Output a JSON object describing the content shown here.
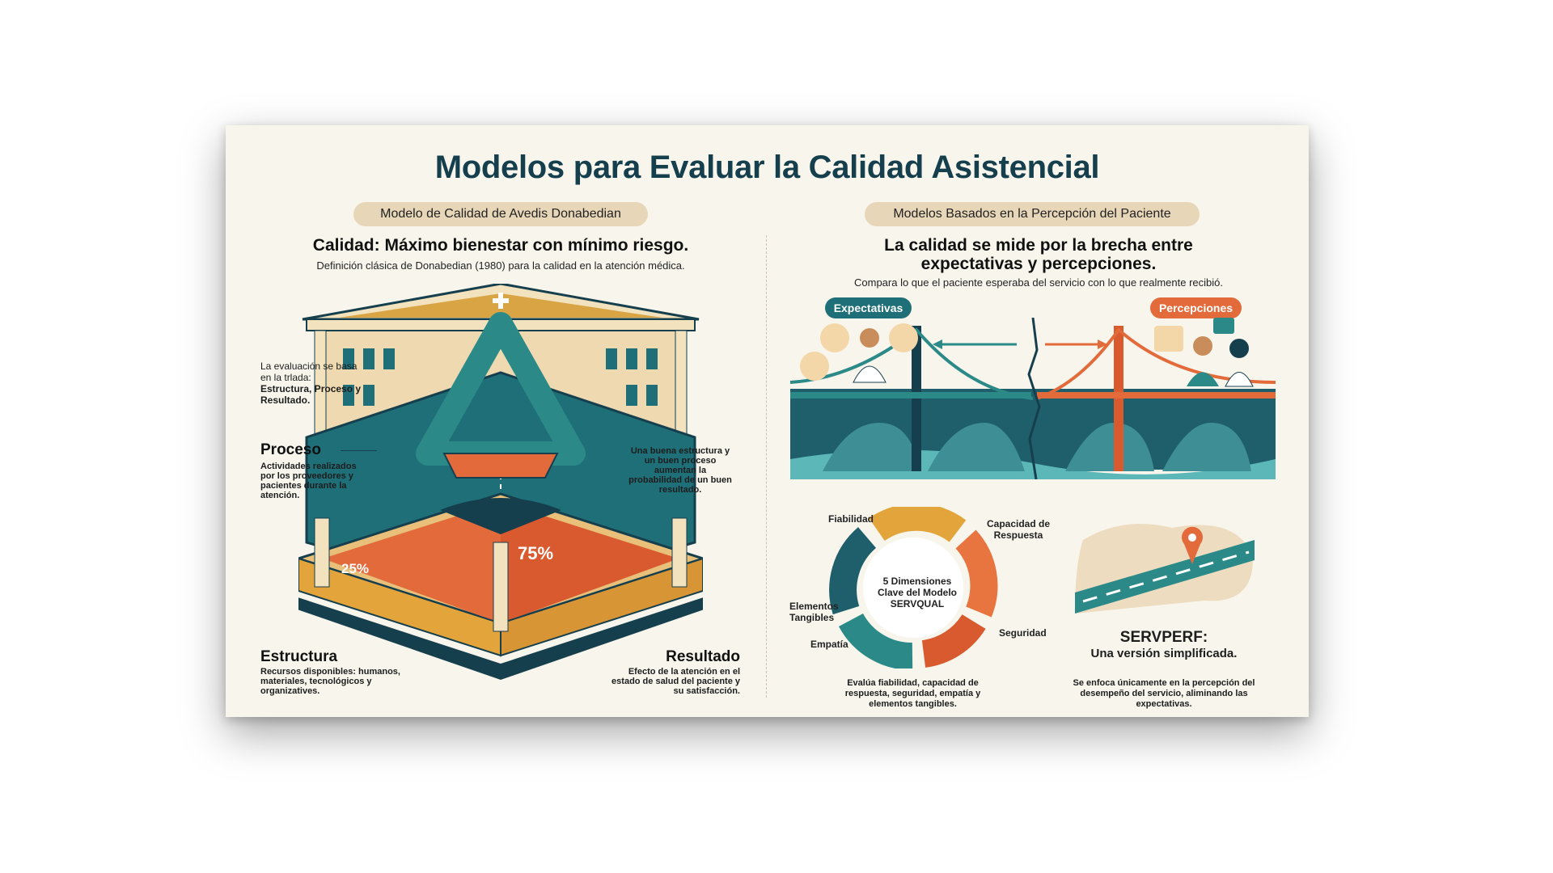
{
  "title": "Modelos para Evaluar la Calidad Asistencial",
  "left": {
    "pill": "Modelo de Calidad de Avedis Donabedian",
    "heading": "Calidad: Máximo bienestar con mínimo riesgo.",
    "subheading": "Definición clásica de Donabedian (1980) para la calidad en la atención médica.",
    "triad_intro": "La evaluación se basa en la trlada:",
    "triad_bold": "Estructura, Proceso y Resultado.",
    "proceso": {
      "title": "Proceso",
      "desc": "Actividades realizados por los proveedores y pacientes durante la atención."
    },
    "note": "Una buena estructura y un buen proceso aumentan la probabilidad de un buen resultado.",
    "estructura": {
      "title": "Estructura",
      "desc": "Recursos disponibles: humanos, materiales, tecnológicos y organizatives."
    },
    "resultado": {
      "title": "Resultado",
      "desc": "Efecto de la atención en el estado de salud del paciente y su satisfacción."
    },
    "pct_small": "25%",
    "pct_large": "75%"
  },
  "right": {
    "pill": "Modelos Basados en la Percepción del Paciente",
    "heading_line1": "La calidad se mide por la brecha entre",
    "heading_line2": "expectativas y percepciones.",
    "subheading": "Compara lo que el paciente esperaba del servicio con lo que realmente recibió.",
    "expectativas": "Expectativas",
    "percepciones": "Percepciones",
    "servqual": {
      "center": [
        "5 Dimensiones",
        "Clave del Modelo",
        "SERVQUAL"
      ],
      "dimensions": [
        "Fiabilidad",
        "Capacidad de Respuesta",
        "Seguridad",
        "Empatía",
        "Elementos Tangibles"
      ],
      "desc": "Evalúa fiabilidad, capacidad de respuesta, seguridad, empatía y elementos tangibles."
    },
    "servperf": {
      "title": "SERVPERF:",
      "subtitle": "Una versión simplificada.",
      "desc": "Se enfoca únicamente en la percepción del desempeño del servicio, aliminando las expectativas."
    }
  },
  "colors": {
    "teal": "#1f6f78",
    "dark_teal": "#163f4e",
    "orange": "#e36a3a",
    "gold": "#e3a53b",
    "beige": "#e8d6b8"
  }
}
